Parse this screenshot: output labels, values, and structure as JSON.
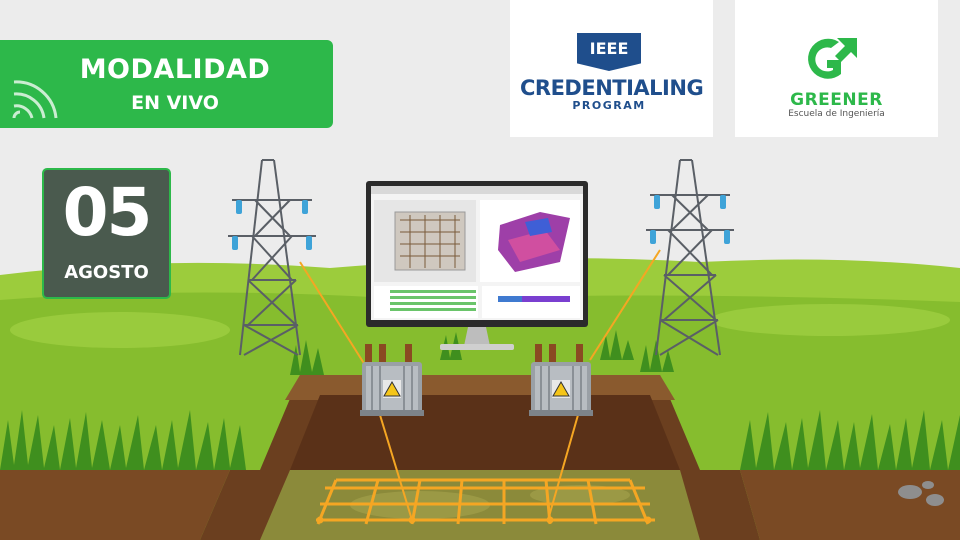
{
  "banner": {
    "title": "MODALIDAD",
    "subtitle": "EN VIVO"
  },
  "event_date": {
    "day": "05",
    "month": "AGOSTO"
  },
  "logos": {
    "ieee": {
      "badge": "IEEE",
      "name": "CREDENTIALING",
      "program": "PROGRAM"
    },
    "greener": {
      "name": "GREENER",
      "tagline": "Escuela de Ingeniería"
    }
  },
  "colors": {
    "brand_green": "#2db84a",
    "ieee_blue": "#1f4e8c",
    "grid_orange": "#f5a623",
    "date_card": "#4a5a4e"
  },
  "icons": [
    "live-signal-icon",
    "transmission-tower-icon",
    "transformer-icon",
    "high-voltage-warning-icon",
    "greener-logo-icon"
  ]
}
